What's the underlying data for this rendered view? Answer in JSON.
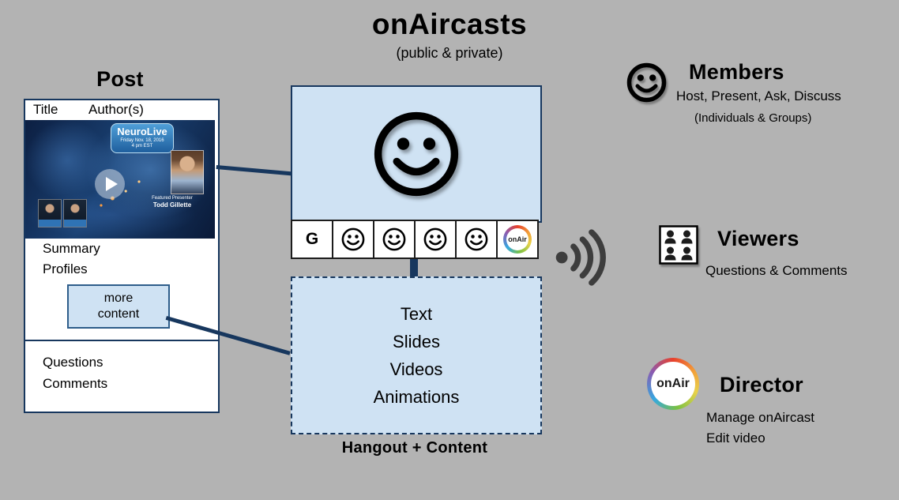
{
  "title": "onAircasts",
  "subtitle": "(public & private)",
  "colors": {
    "background": "#b3b3b3",
    "dark_blue": "#17375e",
    "light_blue": "#cfe2f3",
    "badge_blue": "#2e75b6"
  },
  "post": {
    "heading": "Post",
    "col_title": "Title",
    "col_authors": "Author(s)",
    "thumbnail": {
      "badge_title": "NeuroLive",
      "badge_line1": "Friday Nov. 18, 2016",
      "badge_line2": "4 pm EST",
      "presenter_label": "Featured Presenter",
      "presenter_name": "Todd Gillette"
    },
    "line_summary": "Summary",
    "line_profiles": "Profiles",
    "more_box": {
      "line1": "more",
      "line2": "content"
    },
    "line_questions": "Questions",
    "line_comments": "Comments"
  },
  "hangout": {
    "strip_g_label": "G",
    "strip_onair_label": "onAir",
    "content_lines": [
      "Text",
      "Slides",
      "Videos",
      "Animations"
    ],
    "caption": "Hangout + Content"
  },
  "members": {
    "heading": "Members",
    "line1": "Host, Present, Ask, Discuss",
    "line2": "(Individuals & Groups)"
  },
  "viewers": {
    "heading": "Viewers",
    "line1": "Questions & Comments"
  },
  "director": {
    "heading": "Director",
    "logo_label": "onAir",
    "line1": "Manage onAircast",
    "line2": "Edit video"
  }
}
